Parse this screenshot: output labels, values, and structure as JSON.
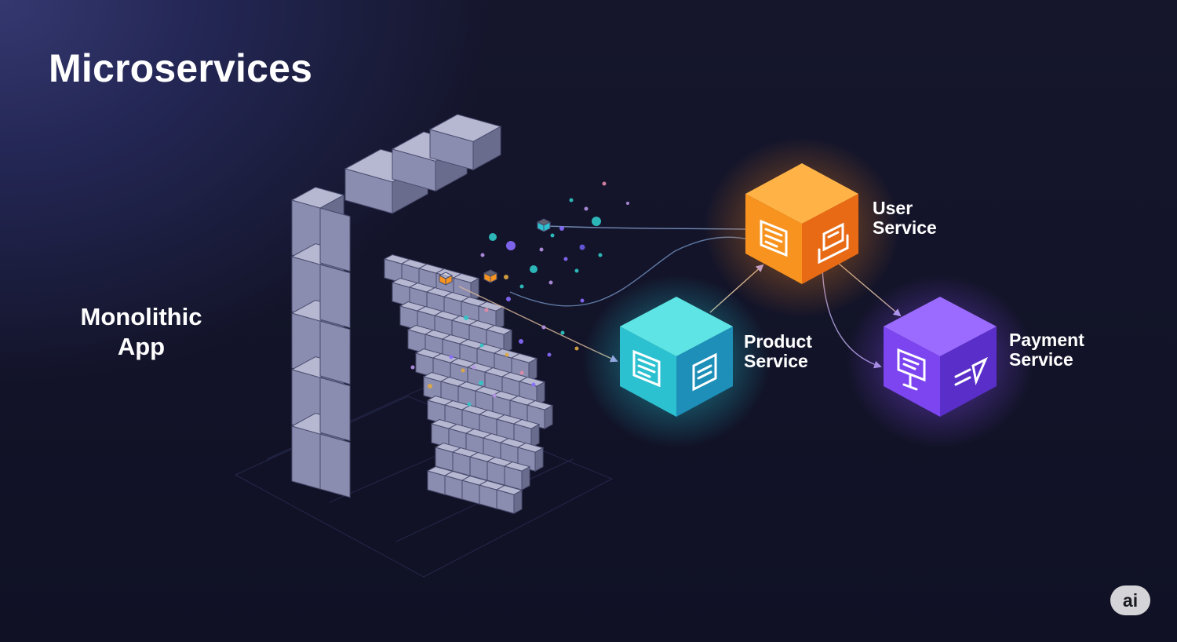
{
  "title": "Microservices",
  "monolith": {
    "line1": "Monolithic",
    "line2": "App"
  },
  "services": [
    {
      "line1": "User",
      "line2": "Service",
      "color": "#f7931e"
    },
    {
      "line1": "Product",
      "line2": "Service",
      "color": "#2cc1d0"
    },
    {
      "line1": "Payment",
      "line2": "Service",
      "color": "#7c45f0"
    }
  ],
  "badge": "ai",
  "icons": [
    "document-list-icon",
    "inbox-tray-icon",
    "clipboard-icon",
    "monitor-icon",
    "send-icon"
  ]
}
